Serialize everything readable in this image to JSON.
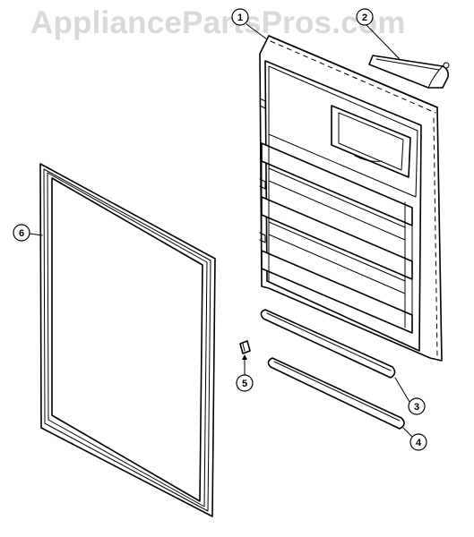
{
  "watermark": "AppliancePartsPros.com",
  "callouts": [
    {
      "id": "c1",
      "label": "1"
    },
    {
      "id": "c2",
      "label": "2"
    },
    {
      "id": "c3",
      "label": "3"
    },
    {
      "id": "c4",
      "label": "4"
    },
    {
      "id": "c5",
      "label": "5"
    },
    {
      "id": "c6",
      "label": "6"
    }
  ]
}
